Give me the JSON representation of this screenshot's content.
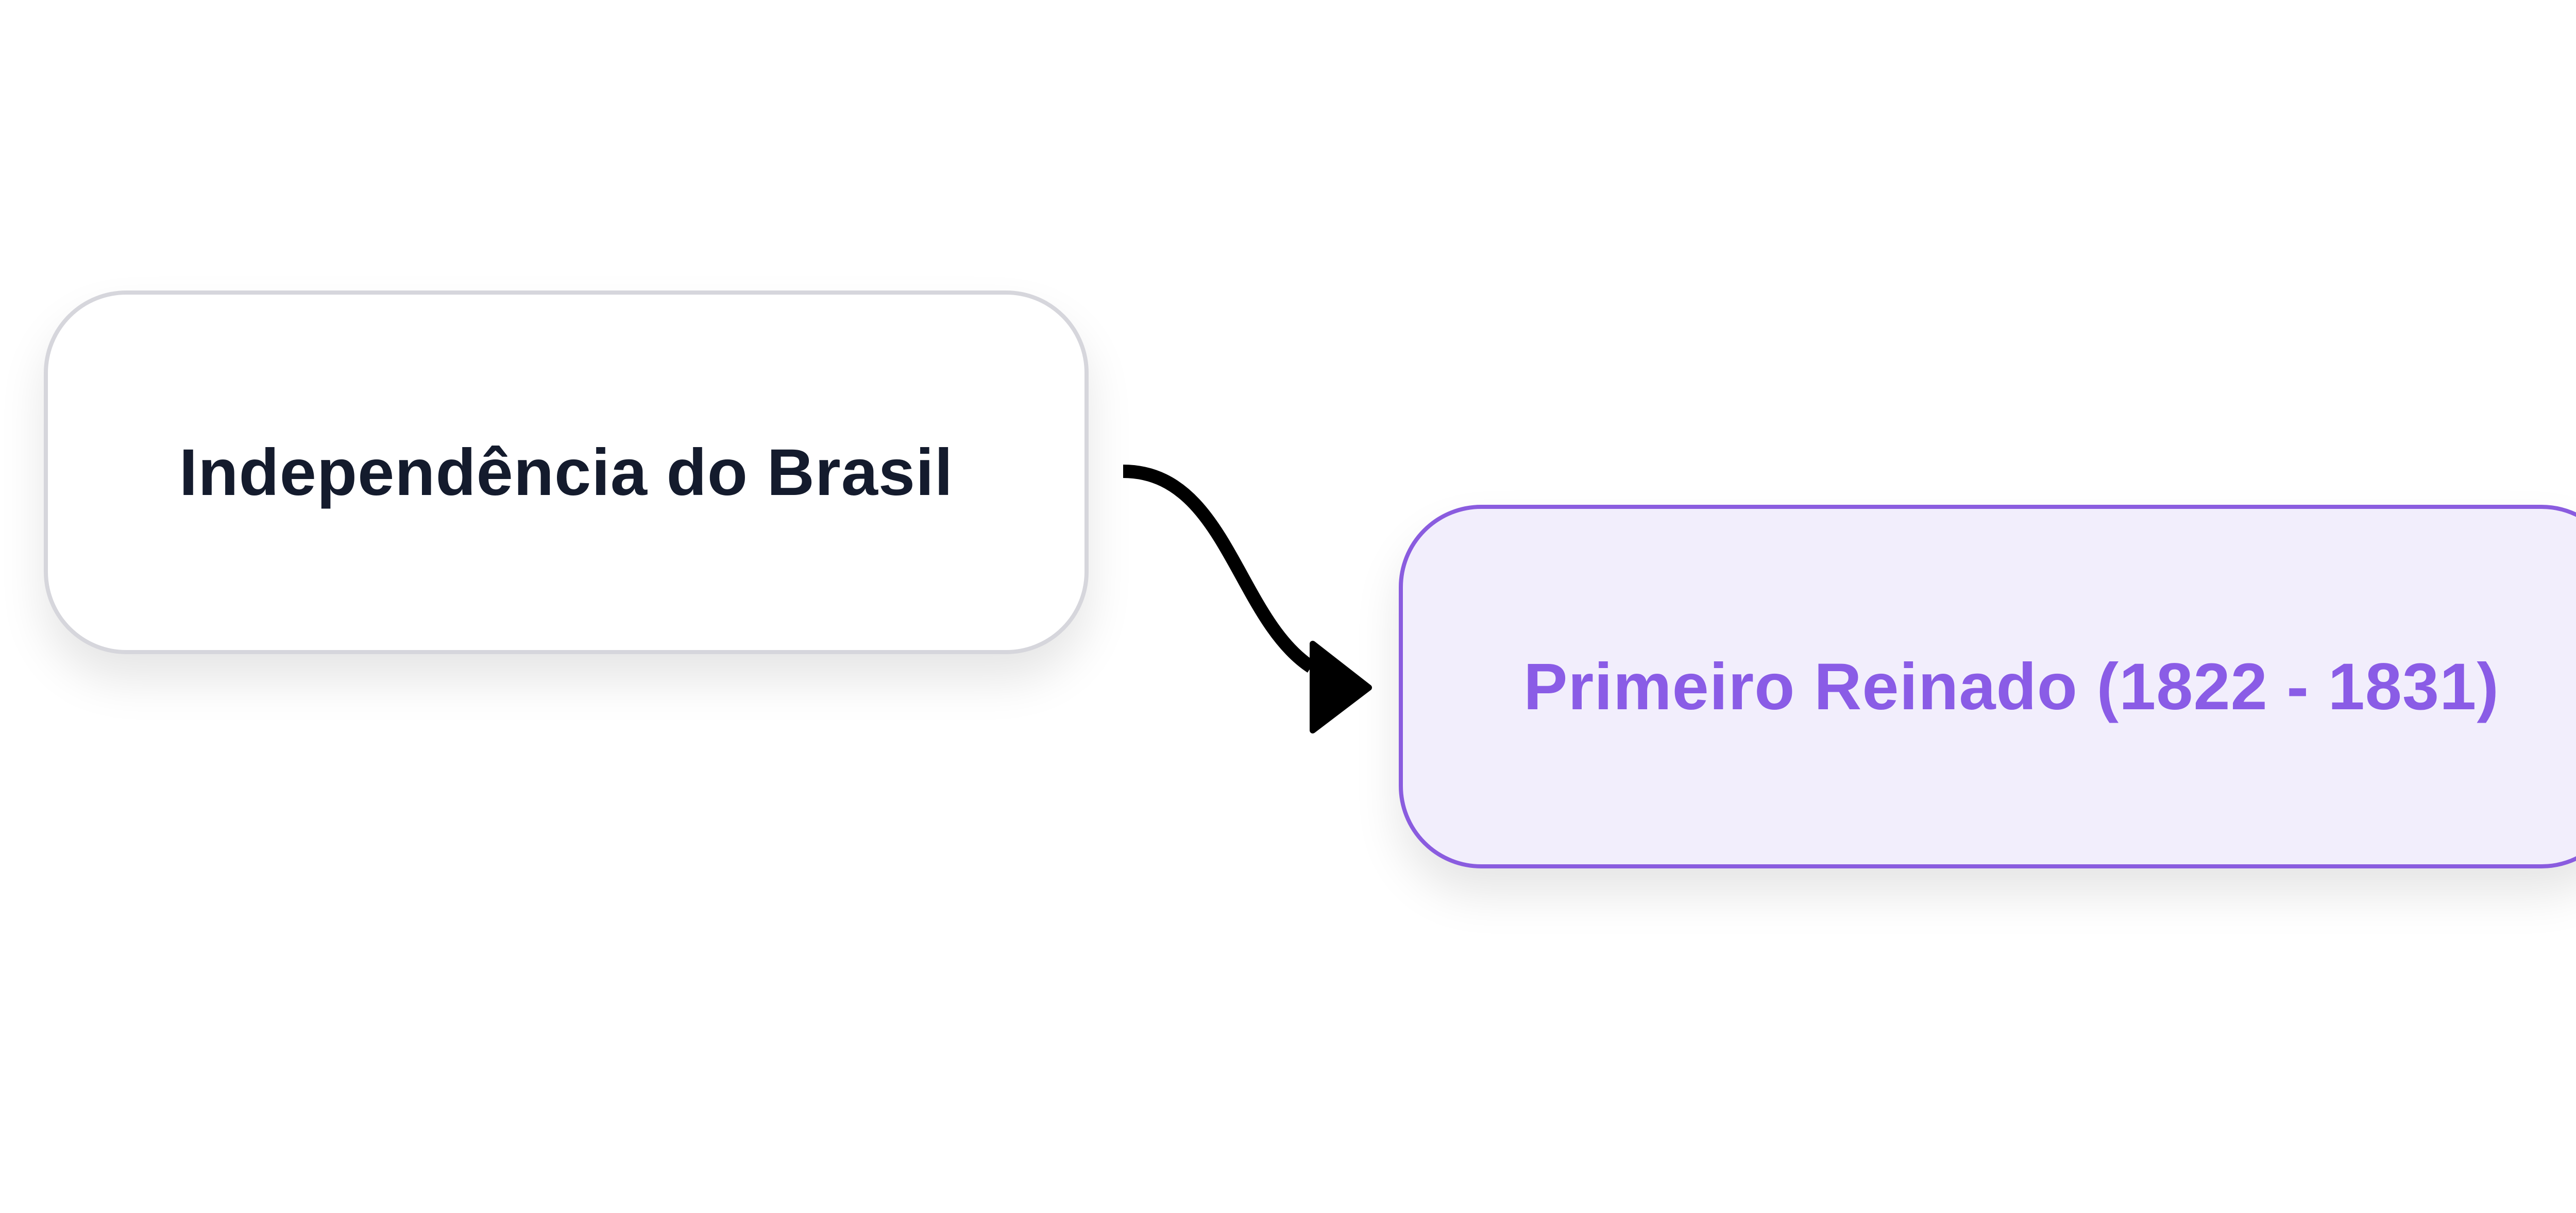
{
  "diagram": {
    "nodes": [
      {
        "id": "independencia",
        "label": "Independência do Brasil",
        "border_color": "#d6d6dc",
        "fill_color": "#ffffff",
        "text_color": "#141b2d"
      },
      {
        "id": "primeiro-reinado",
        "label": "Primeiro Reinado (1822 - 1831)",
        "border_color": "#8a5cdf",
        "fill_color": "#f2eefc",
        "text_color": "#8a5ce6"
      }
    ],
    "edges": [
      {
        "from": "independencia",
        "to": "primeiro-reinado",
        "style": "curved-arrow",
        "color": "#000000"
      }
    ]
  }
}
